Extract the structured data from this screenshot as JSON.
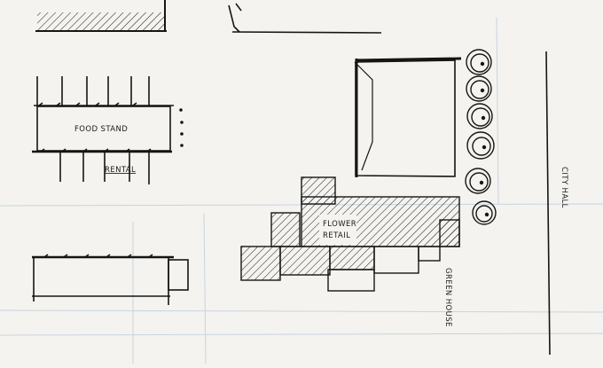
{
  "labels": {
    "food_stand": "FOOD STAND",
    "rental": "RENTAL",
    "flower_rental_1": "FLOWER",
    "flower_rental_2": "RETAIL",
    "green_house": "GREEN HOUSE",
    "city_hall": "CITY HALL"
  },
  "colors": {
    "paper": "#f4f3ef",
    "ink": "#151515",
    "faint": "#c9d4df"
  }
}
